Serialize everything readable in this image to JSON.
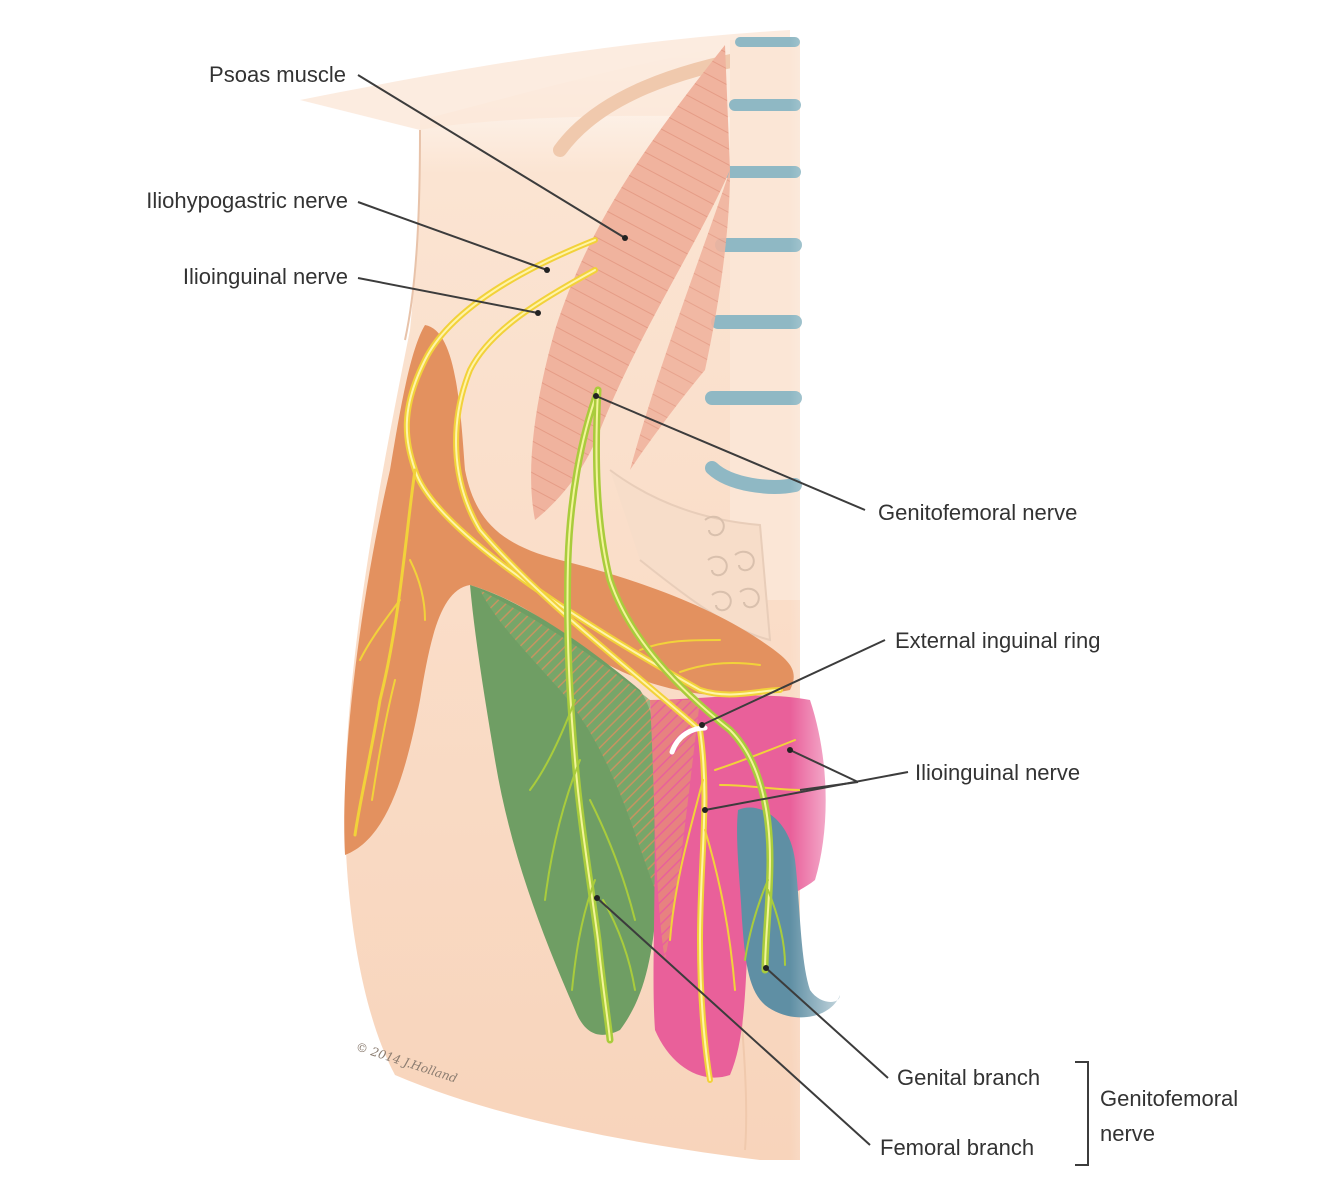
{
  "figure": {
    "colors": {
      "skin": "#f8d7bf",
      "skin_light": "#fbe4d2",
      "psoas_muscle": "#f0b39e",
      "iliohypogastric_zone": "#e3915f",
      "genitofemoral_femoral_zone": "#6f9e64",
      "ilioinguinal_zone": "#e9609a",
      "genital_zone": "#5f8fa4",
      "vertebra_disc": "#8fb8c4",
      "nerve_yellow": "#f2d23a",
      "nerve_green": "#a9cc3c"
    },
    "labels": {
      "psoas_muscle": "Psoas muscle",
      "iliohypogastric_nerve": "Iliohypogastric nerve",
      "ilioinguinal_nerve_upper": "Ilioinguinal nerve",
      "genitofemoral_nerve": "Genitofemoral nerve",
      "external_inguinal_ring": "External inguinal ring",
      "ilioinguinal_nerve_lower": "Ilioinguinal nerve",
      "genital_branch": "Genital branch",
      "femoral_branch": "Femoral branch",
      "genitofemoral_group_line1": "Genitofemoral",
      "genitofemoral_group_line2": "nerve"
    },
    "signature": "© 2014 J.Holland"
  }
}
